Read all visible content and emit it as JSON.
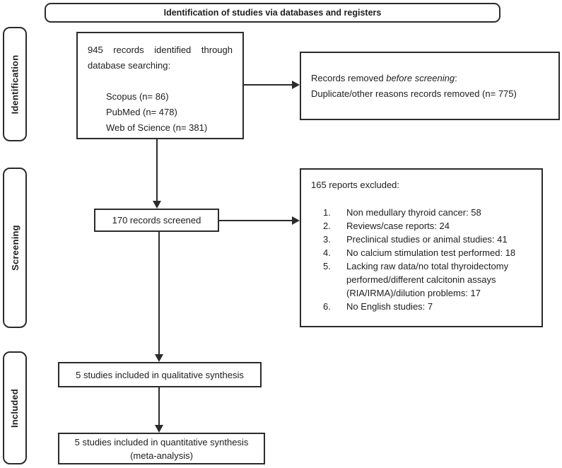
{
  "header": {
    "title": "Identification of studies via databases and registers"
  },
  "sidebar": {
    "items": [
      {
        "label": "Identification"
      },
      {
        "label": "Screening"
      },
      {
        "label": "Included"
      }
    ]
  },
  "flow": {
    "identified": {
      "summary": "945 records identified through database searching:",
      "sources": [
        "Scopus (n= 86)",
        "PubMed (n= 478)",
        "Web of Science (n= 381)"
      ]
    },
    "removed": {
      "prefix": "Records removed ",
      "emphasis": "before screening",
      "suffix": ":",
      "detail": "Duplicate/other reasons records removed (n= 775)"
    },
    "screened": {
      "label": "170 records screened"
    },
    "excluded": {
      "title": "165 reports excluded:",
      "items": [
        {
          "num": "1.",
          "text": "Non medullary thyroid cancer: 58"
        },
        {
          "num": "2.",
          "text": "Reviews/case reports: 24"
        },
        {
          "num": "3.",
          "text": "Preclinical studies or animal studies: 41"
        },
        {
          "num": "4.",
          "text": "No calcium stimulation test performed: 18"
        },
        {
          "num": "5.",
          "text": "Lacking raw data/no total thyroidectomy performed/different calcitonin assays (RIA/IRMA)/dilution problems: 17"
        },
        {
          "num": "6.",
          "text": "No English studies: 7"
        }
      ]
    },
    "qualitative": {
      "label": "5 studies included in qualitative synthesis"
    },
    "quantitative": {
      "line1": "5 studies included in quantitative synthesis",
      "line2": "(meta-analysis)"
    }
  },
  "colors": {
    "ink": "#2b2b2b",
    "background": "#ffffff"
  }
}
